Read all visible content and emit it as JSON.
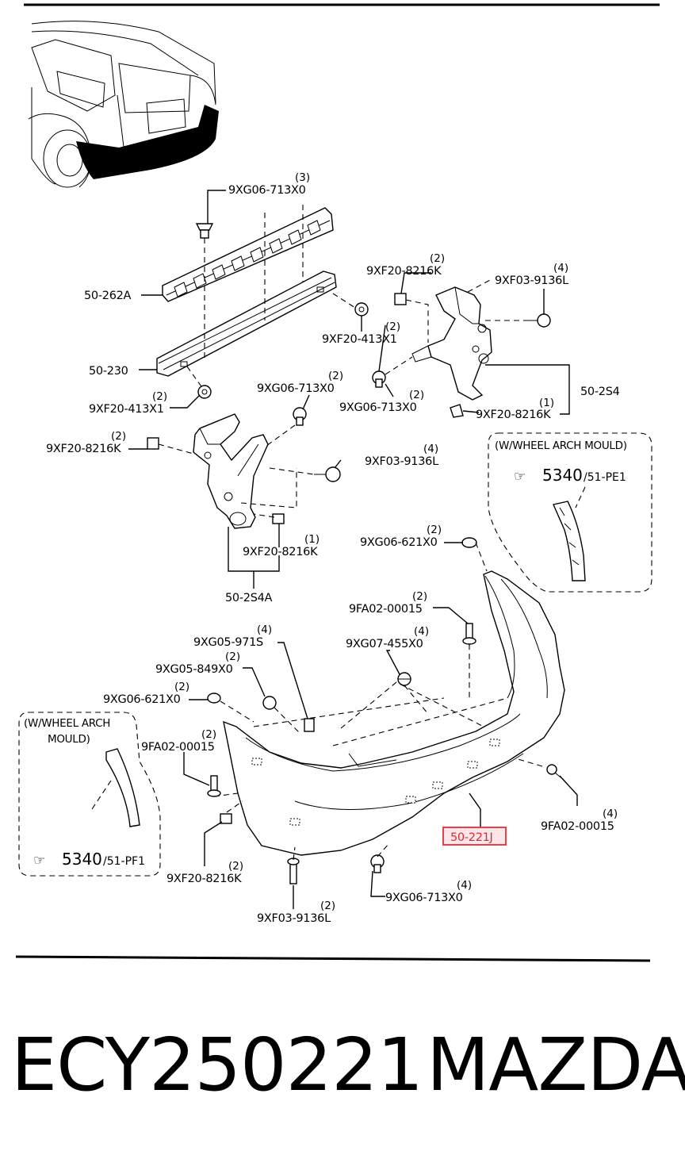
{
  "diagram": {
    "labels": {
      "retainer_top": "9XG06-713X0",
      "retainer_top_qty": "(3)",
      "absorber": "50-262A",
      "reinforcement": "50-230",
      "nut_center": "9XF20-413X1",
      "nut_center_qty": "(2)",
      "nut_left": "9XF20-413X1",
      "nut_left_qty": "(2)",
      "clip_rtop": "9XF20-8216K",
      "clip_rtop_qty": "(2)",
      "screw_rtop": "9XF03-9136L",
      "screw_rtop_qty": "(4)",
      "bracket_right": "50-2S4",
      "retainer_rmid": "9XG06-713X0",
      "retainer_rmid_qty": "(2)",
      "clip_rlow": "9XF20-8216K",
      "clip_rlow_qty": "(1)",
      "retainer_lmid": "9XG06-713X0",
      "retainer_lmid_qty": "(2)",
      "clip_left": "9XF20-8216K",
      "clip_left_qty": "(2)",
      "screw_lmid": "9XF03-9136L",
      "screw_lmid_qty": "(4)",
      "clip_lbracket": "9XF20-8216K",
      "clip_lbracket_qty": "(1)",
      "bracket_left": "50-2S4A",
      "clip_621_right": "9XG06-621X0",
      "clip_621_right_qty": "(2)",
      "screw_fa02_center": "9FA02-00015",
      "screw_fa02_center_qty": "(2)",
      "clip_971": "9XG05-971S",
      "clip_971_qty": "(4)",
      "clip_455": "9XG07-455X0",
      "clip_455_qty": "(4)",
      "clip_849": "9XG05-849X0",
      "clip_849_qty": "(2)",
      "clip_621_left": "9XG06-621X0",
      "clip_621_left_qty": "(2)",
      "screw_fa02_left": "9FA02-00015",
      "screw_fa02_left_qty": "(2)",
      "screw_fa02_right": "9FA02-00015",
      "screw_fa02_right_qty": "(4)",
      "bumper": "50-221J",
      "clip_bottom_left": "9XF20-8216K",
      "clip_bottom_left_qty": "(2)",
      "screw_bottom": "9XF03-9136L",
      "screw_bottom_qty": "(2)",
      "retainer_bottom": "9XG06-713X0",
      "retainer_bottom_qty": "(4)"
    },
    "inset_right": {
      "title": "(W/WHEEL ARCH MOULD)",
      "ref_main": "5340",
      "ref_sub": "/51-PE1"
    },
    "inset_left": {
      "title_line1": "(W/WHEEL ARCH",
      "title_line2": "MOULD)",
      "ref_main": "5340",
      "ref_sub": "/51-PF1"
    },
    "highlight_color": "#e0303a"
  },
  "footer": {
    "part_number": "ECY250221",
    "brand": "MAZDA"
  }
}
